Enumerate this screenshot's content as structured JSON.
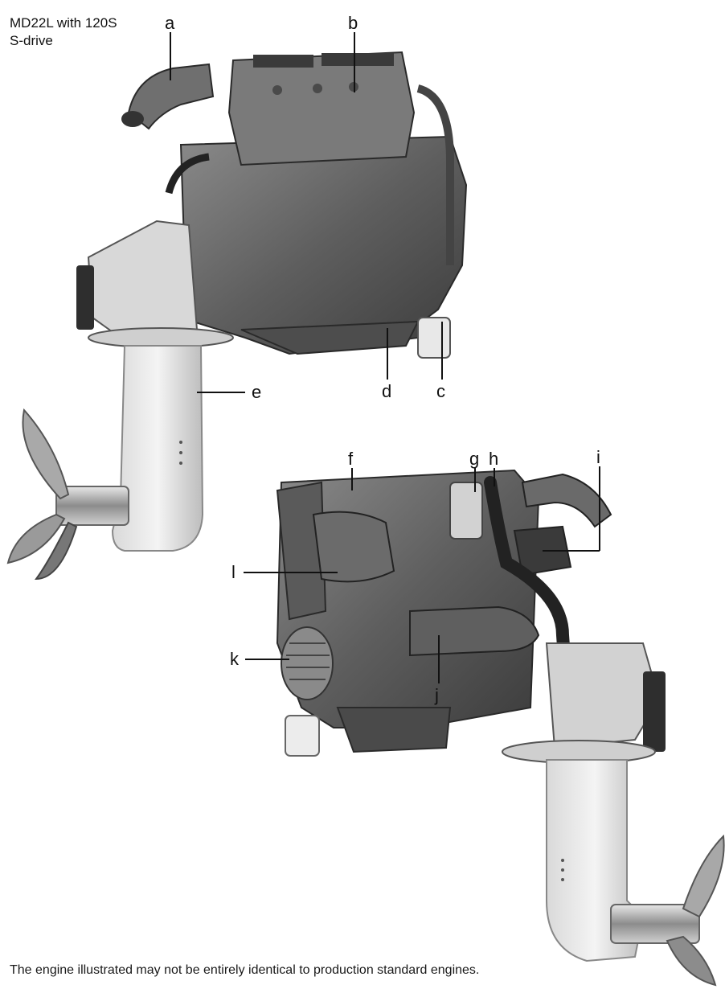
{
  "caption": {
    "line1": "MD22L with 120S",
    "line2": "S-drive"
  },
  "labels": {
    "a": "a",
    "b": "b",
    "c": "c",
    "d": "d",
    "e": "e",
    "f": "f",
    "g": "g",
    "h": "h",
    "i": "i",
    "j": "j",
    "k": "k",
    "l": "l"
  },
  "footnote": "The engine illustrated may not be entirely identical to production standard engines."
}
